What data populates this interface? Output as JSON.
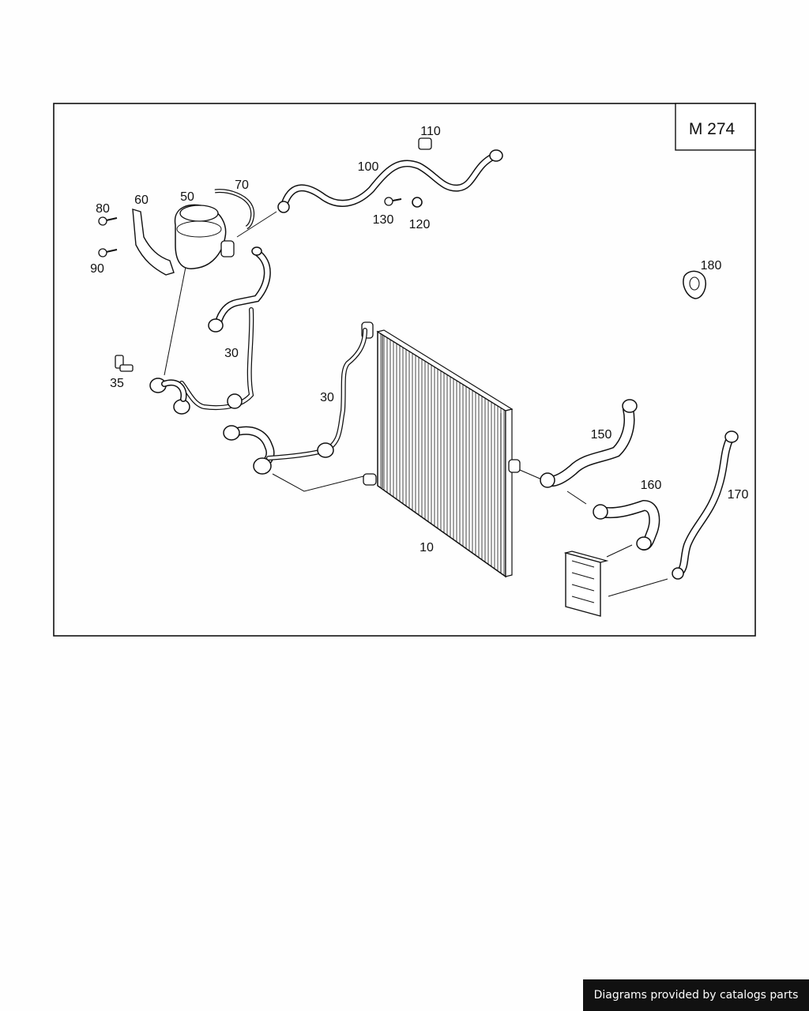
{
  "diagram": {
    "model_code": "M 274",
    "part_numbers": {
      "p10": "10",
      "p30a": "30",
      "p30b": "30",
      "p35": "35",
      "p50": "50",
      "p60": "60",
      "p70": "70",
      "p80": "80",
      "p90": "90",
      "p100": "100",
      "p110": "110",
      "p120": "120",
      "p130": "130",
      "p150": "150",
      "p160": "160",
      "p170": "170",
      "p180": "180"
    }
  },
  "footer": {
    "credit": "Diagrams provided by catalogs parts"
  }
}
